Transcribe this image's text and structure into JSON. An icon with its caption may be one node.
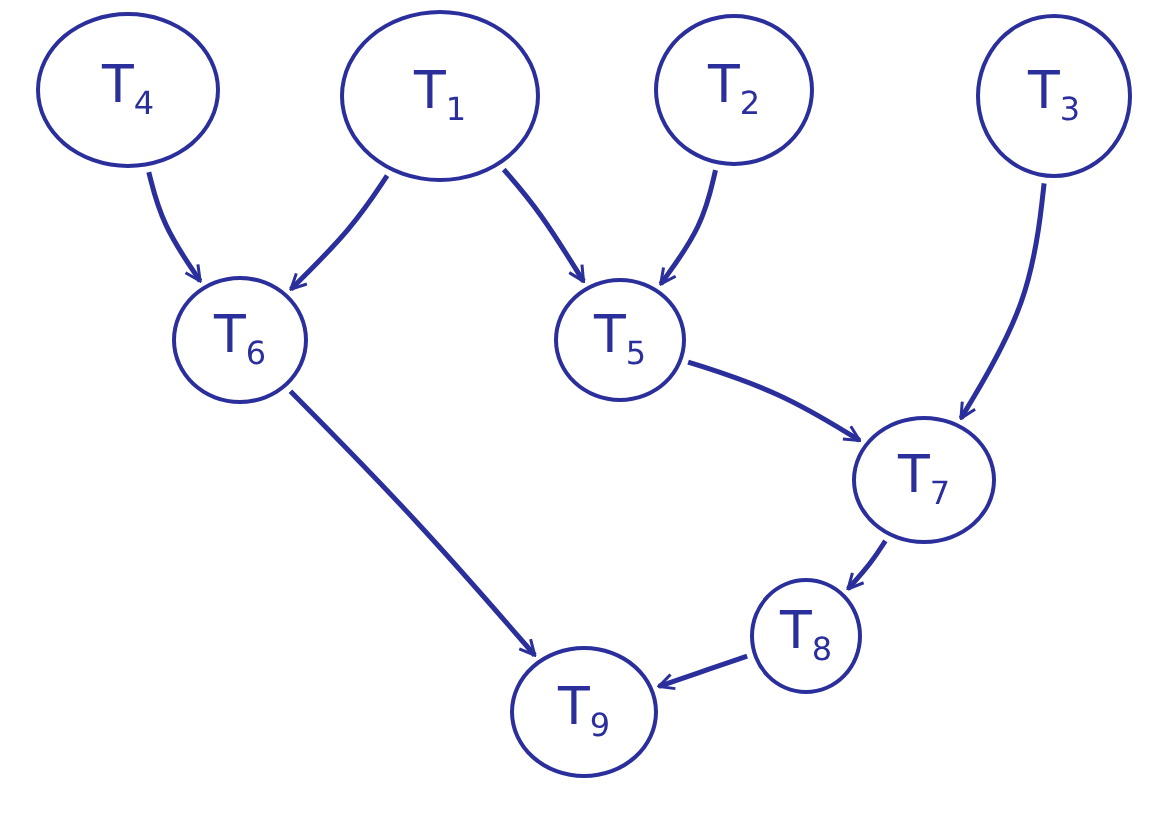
{
  "diagram": {
    "nodes": [
      {
        "text": [
          "T$_{4}$"
        ]
      },
      {
        "text": [
          "T$_{1}$"
        ]
      },
      {
        "text": [
          "T$_{2}$"
        ]
      },
      {
        "text": [
          "T$_{3}$"
        ]
      },
      {
        "text": [
          "T$_{6}$"
        ]
      },
      {
        "text": [
          "T$_{5}$"
        ]
      },
      {
        "text": [
          "T$_{7}$"
        ]
      },
      {
        "text": [
          "T$_{8}$"
        ]
      },
      {
        "text": [
          "T$_{9}$"
        ]
      }
    ],
    "edges": [
      {
        "from": 0,
        "to": 4,
        "arrow": "to"
      },
      {
        "from": 1,
        "to": 4,
        "arrow": "to"
      },
      {
        "from": 1,
        "to": 5,
        "arrow": "to"
      },
      {
        "from": 2,
        "to": 5,
        "arrow": "to"
      },
      {
        "from": 3,
        "to": 6,
        "arrow": "to"
      },
      {
        "from": 5,
        "to": 6,
        "arrow": "to"
      },
      {
        "from": 4,
        "to": 8,
        "arrow": "to"
      },
      {
        "from": 6,
        "to": 7,
        "arrow": "to"
      },
      {
        "from": 7,
        "to": 8,
        "arrow": "to"
      }
    ]
  }
}
